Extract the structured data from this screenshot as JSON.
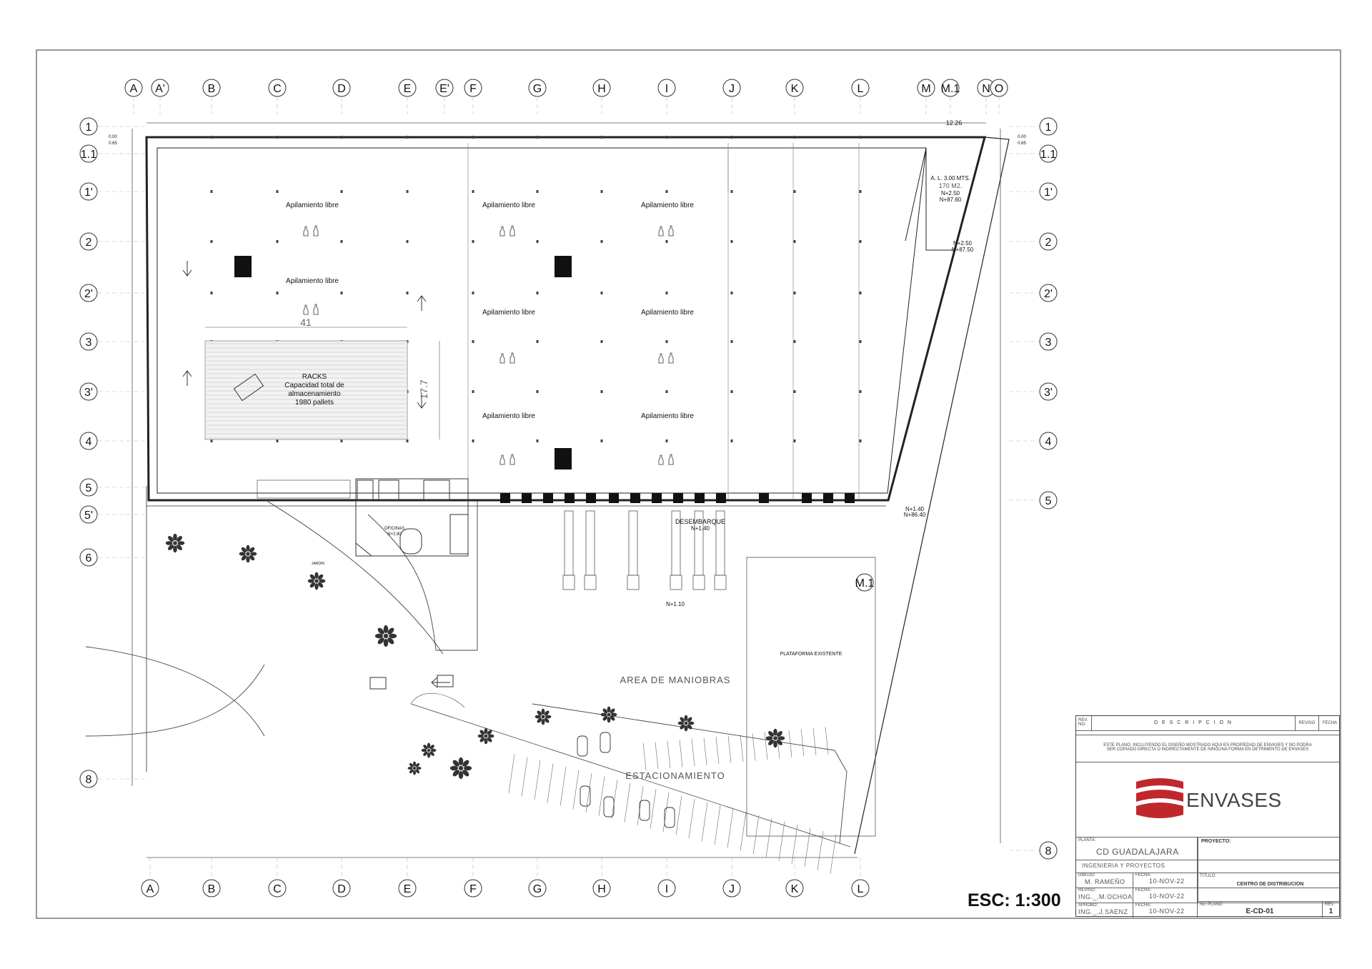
{
  "grid": {
    "columns_top": [
      "A",
      "A'",
      "B",
      "C",
      "D",
      "E",
      "E'",
      "F",
      "G",
      "H",
      "I",
      "J",
      "K",
      "L",
      "M",
      "M.1",
      "N",
      "O"
    ],
    "columns_bottom": [
      "A",
      "B",
      "C",
      "D",
      "E",
      "F",
      "G",
      "H",
      "I",
      "J",
      "K",
      "L"
    ],
    "rows_left": [
      "1",
      "1.1",
      "1'",
      "2",
      "2'",
      "3",
      "3'",
      "4",
      "5",
      "5'",
      "6",
      "8"
    ],
    "rows_right": [
      "1",
      "1.1",
      "1'",
      "2",
      "2'",
      "3",
      "3'",
      "4",
      "5",
      "8"
    ],
    "row_marker_mid": "M.1"
  },
  "labels": {
    "apilamiento": "Apilamiento libre",
    "racks_title": "RACKS",
    "racks_line1": "Capacidad total de",
    "racks_line2": "almacenamiento",
    "racks_line3": "1980 pallets",
    "dim_41": "41",
    "dim_177": "17.7",
    "al_line1": "A. L. 3.00 MTS.",
    "al_line2": "170 M2.",
    "al_line3": "N+2.50",
    "al_line4": "N+87.60",
    "n250": "N+2.50",
    "n8750": "N+87.50",
    "dim_1226": "12.26",
    "desembarque_1": "DESEMBARQUE",
    "desembarque_2": "N+1.40",
    "n140": "N+1.40",
    "n8640": "N+86.40",
    "n110": "N+1.10",
    "oficinas_1": "OFICINAS",
    "oficinas_2": "N+2.80",
    "area_maniobras": "AREA DE MANIOBRAS",
    "plataforma": "PLATAFORMA EXISTENTE",
    "estacionamiento": "ESTACIONAMIENTO",
    "jardin": "JARDIN",
    "level_0": "0.00",
    "level_065": "0.65"
  },
  "scale_text": "ESC: 1:300",
  "title_block": {
    "rev_label": "REV.\nNO.",
    "descripcion": "D E S C R I P C I O N",
    "reviso": "REVISO",
    "fecha": "FECHA",
    "disclaimer_1": "ESTE PLANO, INCLUYENDO EL DISEÑO MOSTRADO AQUI ES PROPIEDAD DE ENVASES Y NO PODRA",
    "disclaimer_2": "SER COPIADO DIRECTA O INDIRECTAMENTE DE NINGUNA FORMA EN DETRIMENTO DE ENVASES",
    "company": "ENVASES",
    "planta_label": "PLANTA:",
    "planta_value": "CD GUADALAJARA",
    "proyecto_label": "PROYECTO:",
    "department": "INGENIERIA Y PROYECTOS",
    "dibujo_label": "DIBUJO:",
    "dibujo_value": "M. RAMEÑO",
    "reviso_label": "REVISO:",
    "reviso_value": "ING._.M.OCHOA",
    "aprobo_label": "APROBO:",
    "aprobo_value": "ING._.J.SAENZ",
    "fecha_label": "FECHA:",
    "fecha_1": "10-NOV-22",
    "fecha_2": "10-NOV-22",
    "fecha_3": "10-NOV-22",
    "titulo_label": "TITULO:",
    "titulo_value": "CENTRO DE DISTRIBUCION",
    "no_plano_label": "No. PLANO:",
    "no_plano_value": "E-CD-01",
    "rev2_label": "REV.",
    "rev_value": "1"
  },
  "colors": {
    "logo_red": "#c0272d",
    "line": "#333333"
  }
}
